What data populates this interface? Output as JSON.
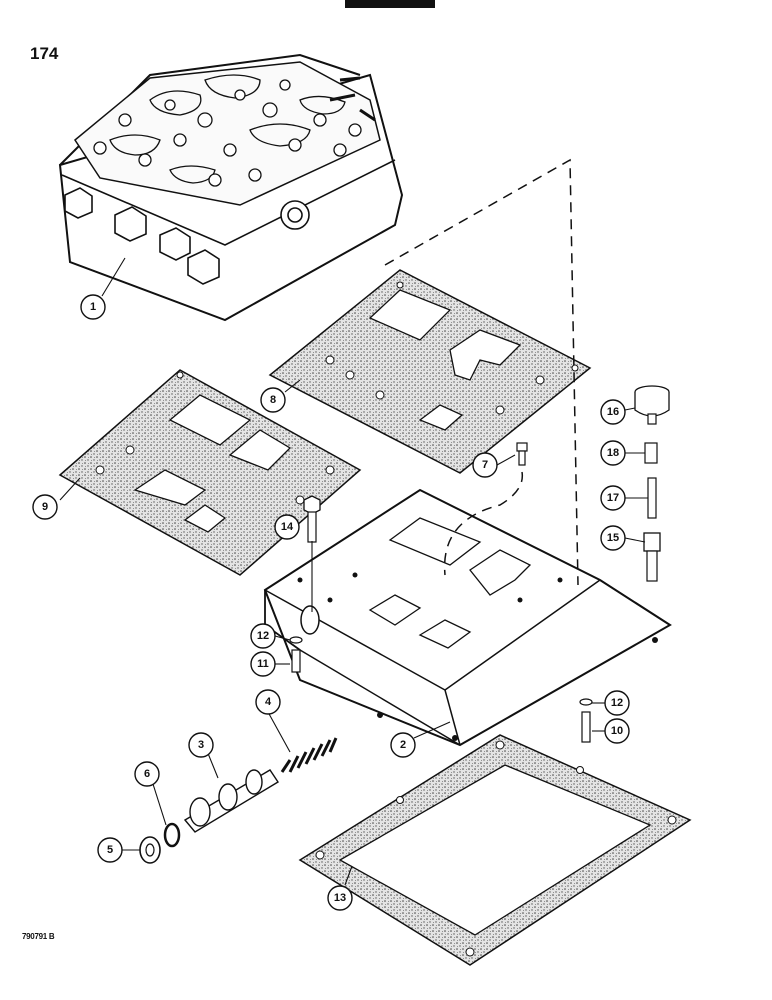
{
  "page": {
    "number": "174",
    "figure_code": "790791 B"
  },
  "callouts": [
    {
      "id": "c1",
      "label": "1"
    },
    {
      "id": "c2",
      "label": "2"
    },
    {
      "id": "c3",
      "label": "3"
    },
    {
      "id": "c4",
      "label": "4"
    },
    {
      "id": "c5",
      "label": "5"
    },
    {
      "id": "c6",
      "label": "6"
    },
    {
      "id": "c7",
      "label": "7"
    },
    {
      "id": "c8",
      "label": "8"
    },
    {
      "id": "c9",
      "label": "9"
    },
    {
      "id": "c10",
      "label": "10"
    },
    {
      "id": "c11",
      "label": "11"
    },
    {
      "id": "c12a",
      "label": "12"
    },
    {
      "id": "c12b",
      "label": "12"
    },
    {
      "id": "c13",
      "label": "13"
    },
    {
      "id": "c14",
      "label": "14"
    },
    {
      "id": "c15",
      "label": "15"
    },
    {
      "id": "c16",
      "label": "16"
    },
    {
      "id": "c17",
      "label": "17"
    },
    {
      "id": "c18",
      "label": "18"
    }
  ],
  "colors": {
    "ink": "#111111",
    "gasket_fill": "#cfcfcf"
  }
}
